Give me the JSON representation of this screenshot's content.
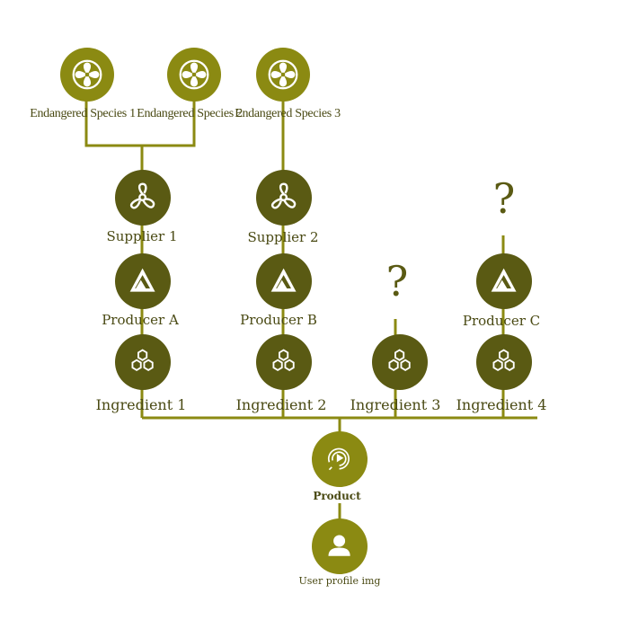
{
  "colors": {
    "line": "#8b8a12",
    "olive": "#8b8a12",
    "dark": "#5a5a13",
    "text": "#4a4a14"
  },
  "species": [
    {
      "label": "Endangered Species 1",
      "icon": "fan-icon"
    },
    {
      "label": "Endangered Species 2",
      "icon": "fan-icon"
    },
    {
      "label": "Endangered Species 3",
      "icon": "fan-icon"
    }
  ],
  "suppliers": [
    {
      "label": "Supplier 1",
      "icon": "propeller-icon"
    },
    {
      "label": "Supplier 2",
      "icon": "propeller-icon"
    }
  ],
  "producers": [
    {
      "label": "Producer A",
      "icon": "triangle-logo-icon"
    },
    {
      "label": "Producer B",
      "icon": "triangle-logo-icon"
    },
    {
      "label": "Producer C",
      "icon": "triangle-logo-icon"
    }
  ],
  "ingredients": [
    {
      "label": "Ingredient 1",
      "icon": "hexagons-icon"
    },
    {
      "label": "Ingredient 2",
      "icon": "hexagons-icon"
    },
    {
      "label": "Ingredient 3",
      "icon": "hexagons-icon"
    },
    {
      "label": "Ingredient 4",
      "icon": "hexagons-icon"
    }
  ],
  "product": {
    "label": "Product",
    "icon": "play-fingerprint-icon"
  },
  "user": {
    "label": "User profile img",
    "icon": "user-icon"
  },
  "unknown_mark": "?"
}
